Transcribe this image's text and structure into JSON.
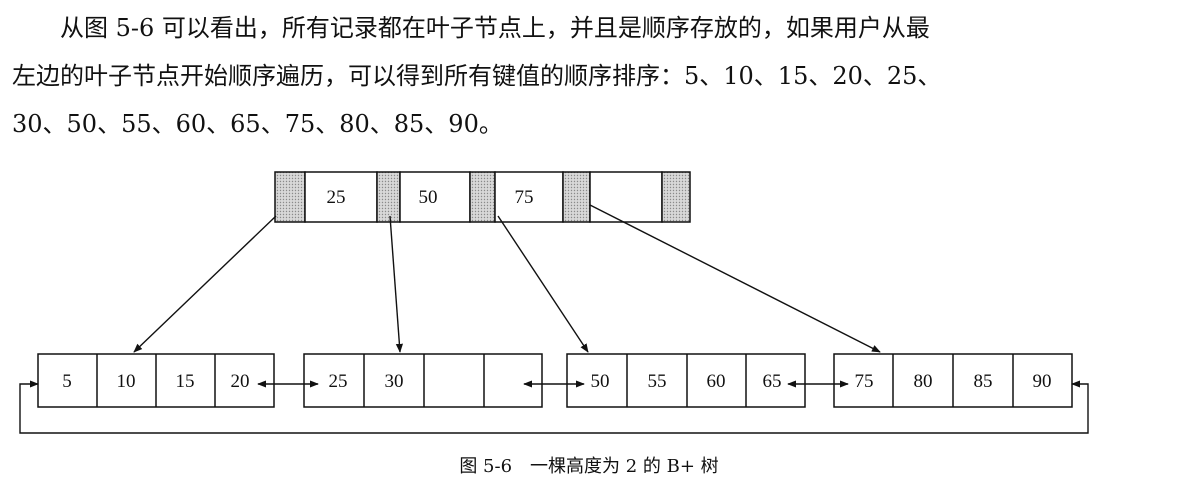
{
  "paragraph": {
    "line1": "从图 5-6 可以看出，所有记录都在叶子节点上，并且是顺序存放的，如果用户从最",
    "line2": "左边的叶子节点开始顺序遍历，可以得到所有键值的顺序排序：5、10、15、20、25、",
    "line3": "30、50、55、60、65、75、80、85、90。"
  },
  "tree": {
    "root": {
      "keys": [
        "25",
        "50",
        "75",
        ""
      ]
    },
    "leaves": [
      {
        "keys": [
          "5",
          "10",
          "15",
          "20"
        ]
      },
      {
        "keys": [
          "25",
          "30",
          "",
          ""
        ]
      },
      {
        "keys": [
          "50",
          "55",
          "60",
          "65"
        ]
      },
      {
        "keys": [
          "75",
          "80",
          "85",
          "90"
        ]
      }
    ],
    "colors": {
      "stroke": "#111111",
      "pointer_fill": "#cfcfcf",
      "cell_fill": "#ffffff"
    }
  },
  "caption": "图 5-6　一棵高度为 2 的 B+ 树"
}
